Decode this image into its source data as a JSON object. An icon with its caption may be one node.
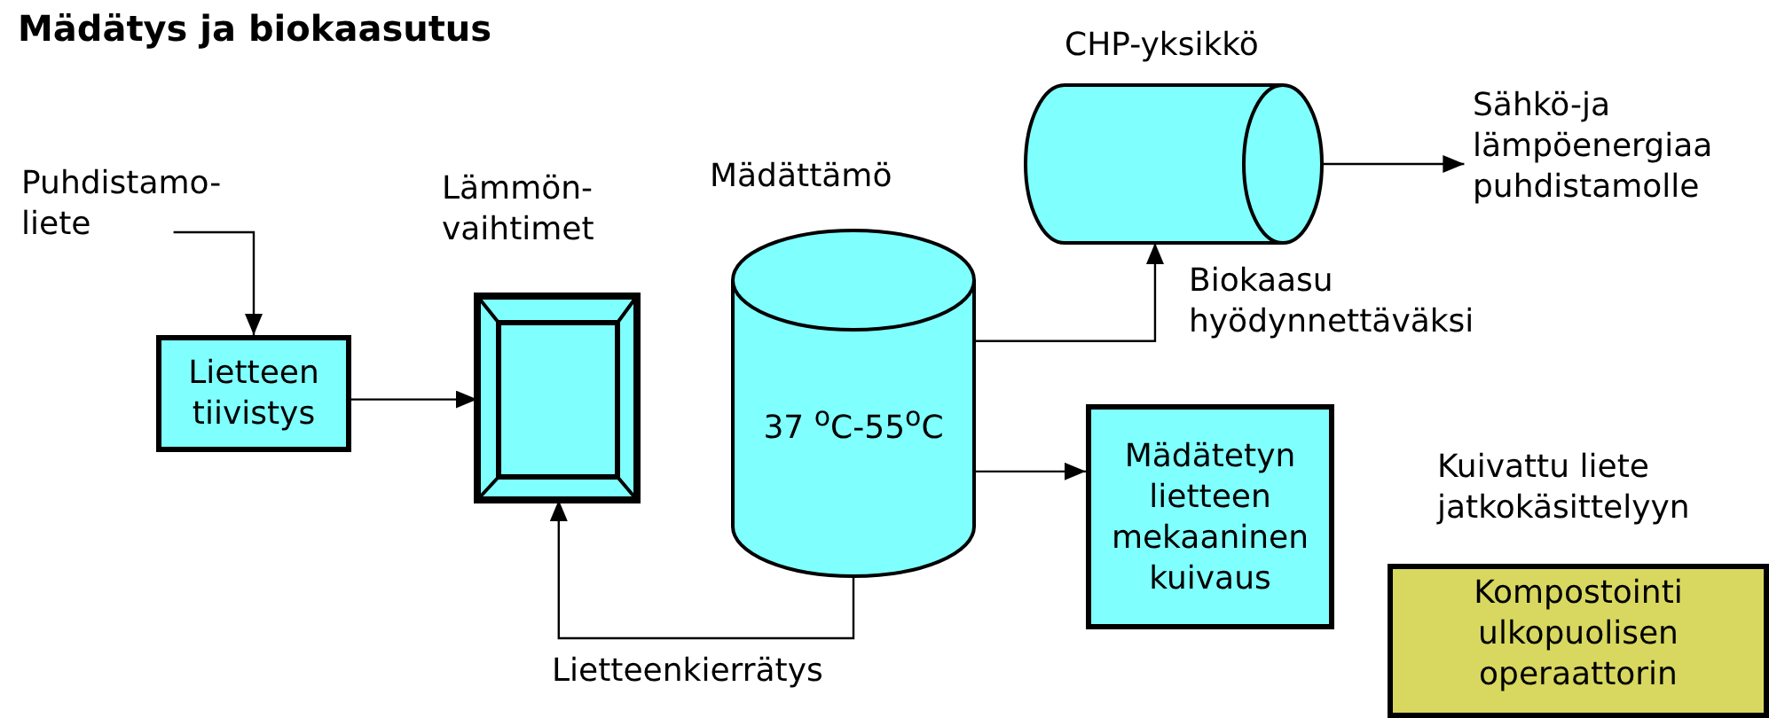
{
  "diagram": {
    "title": "Mädätys ja biokaasutus",
    "nodes": [
      {
        "text": [
          "Puhdistamo- liete"
        ]
      },
      {
        "text": [
          "Lietteen tiivistys"
        ]
      },
      {
        "text": [
          "Lämmön- vaihtimet"
        ]
      },
      {
        "text": [
          "Mädättämö",
          "37 $^{o}$C-55$^{o}$C"
        ]
      },
      {
        "text": [
          "CHP-yksikkö"
        ]
      },
      {
        "text": [
          "Sähkö-ja lämpöenergiaa puhdistamolle"
        ]
      },
      {
        "text": [
          "Mädätetyn lietteen mekaaninen kuivaus"
        ]
      },
      {
        "text": [
          "Kuivattu liete jatkokäsittelyyn",
          "Kompostointi ulkopuolisen operaattorin"
        ]
      }
    ],
    "edges": [
      {
        "from": 0,
        "to": 1,
        "arrow": "to"
      },
      {
        "from": 1,
        "to": 2,
        "arrow": "to"
      },
      {
        "from": 3,
        "to": 4,
        "arrow": "to",
        "label": "Biokaasu hyödynnettäväksi"
      },
      {
        "from": 4,
        "to": 5,
        "arrow": "to"
      },
      {
        "from": 3,
        "to": 6,
        "arrow": "to"
      },
      {
        "from": 3,
        "to": 2,
        "arrow": "to",
        "label": "Lietteenkierrätys"
      }
    ]
  }
}
